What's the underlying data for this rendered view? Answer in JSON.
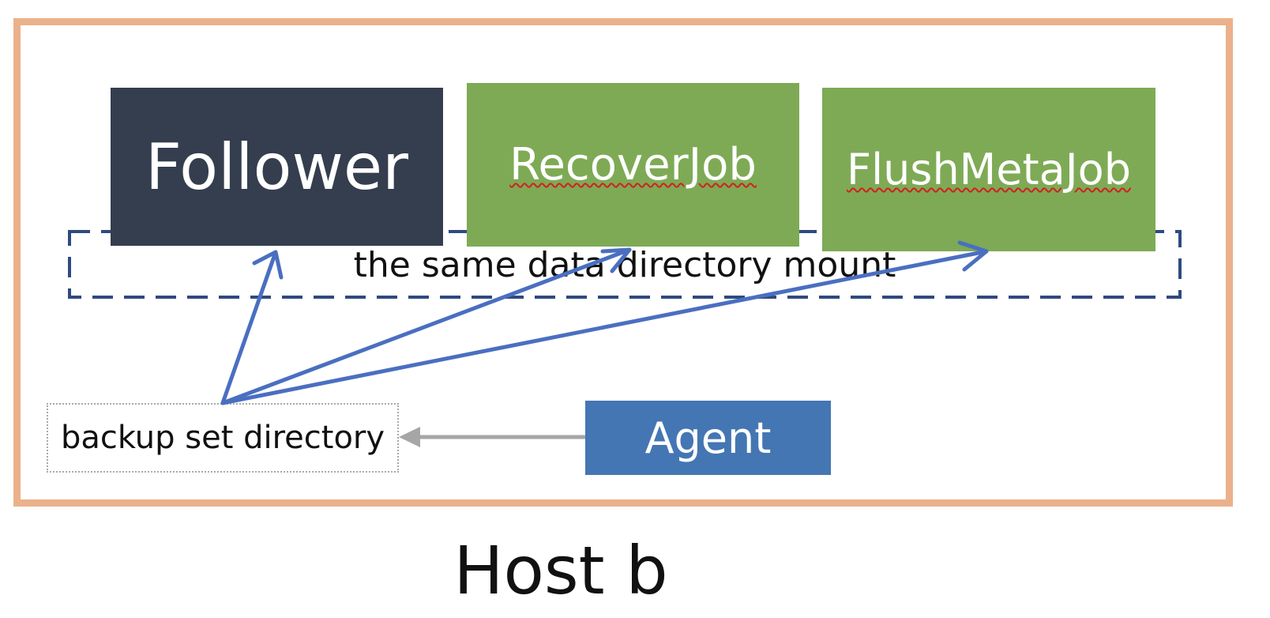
{
  "diagram": {
    "host_label": "Host b",
    "mount_label": "the same data directory mount",
    "nodes": {
      "follower": "Follower",
      "recover_job": "RecoverJob",
      "flush_meta_job": "FlushMetaJob",
      "agent": "Agent",
      "backup_set_directory": "backup set directory"
    },
    "colors": {
      "host_border": "#ebb18a",
      "follower": "#353e4f",
      "job": "#7eaa55",
      "agent": "#4476b3",
      "arrow_blue": "#4a6fc1",
      "arrow_gray": "#a6a6a6",
      "mount_dash": "#2f4a7f"
    },
    "edges": [
      {
        "from": "backup_set_directory",
        "to": "follower"
      },
      {
        "from": "backup_set_directory",
        "to": "recover_job"
      },
      {
        "from": "backup_set_directory",
        "to": "flush_meta_job"
      },
      {
        "from": "agent",
        "to": "backup_set_directory"
      }
    ]
  }
}
